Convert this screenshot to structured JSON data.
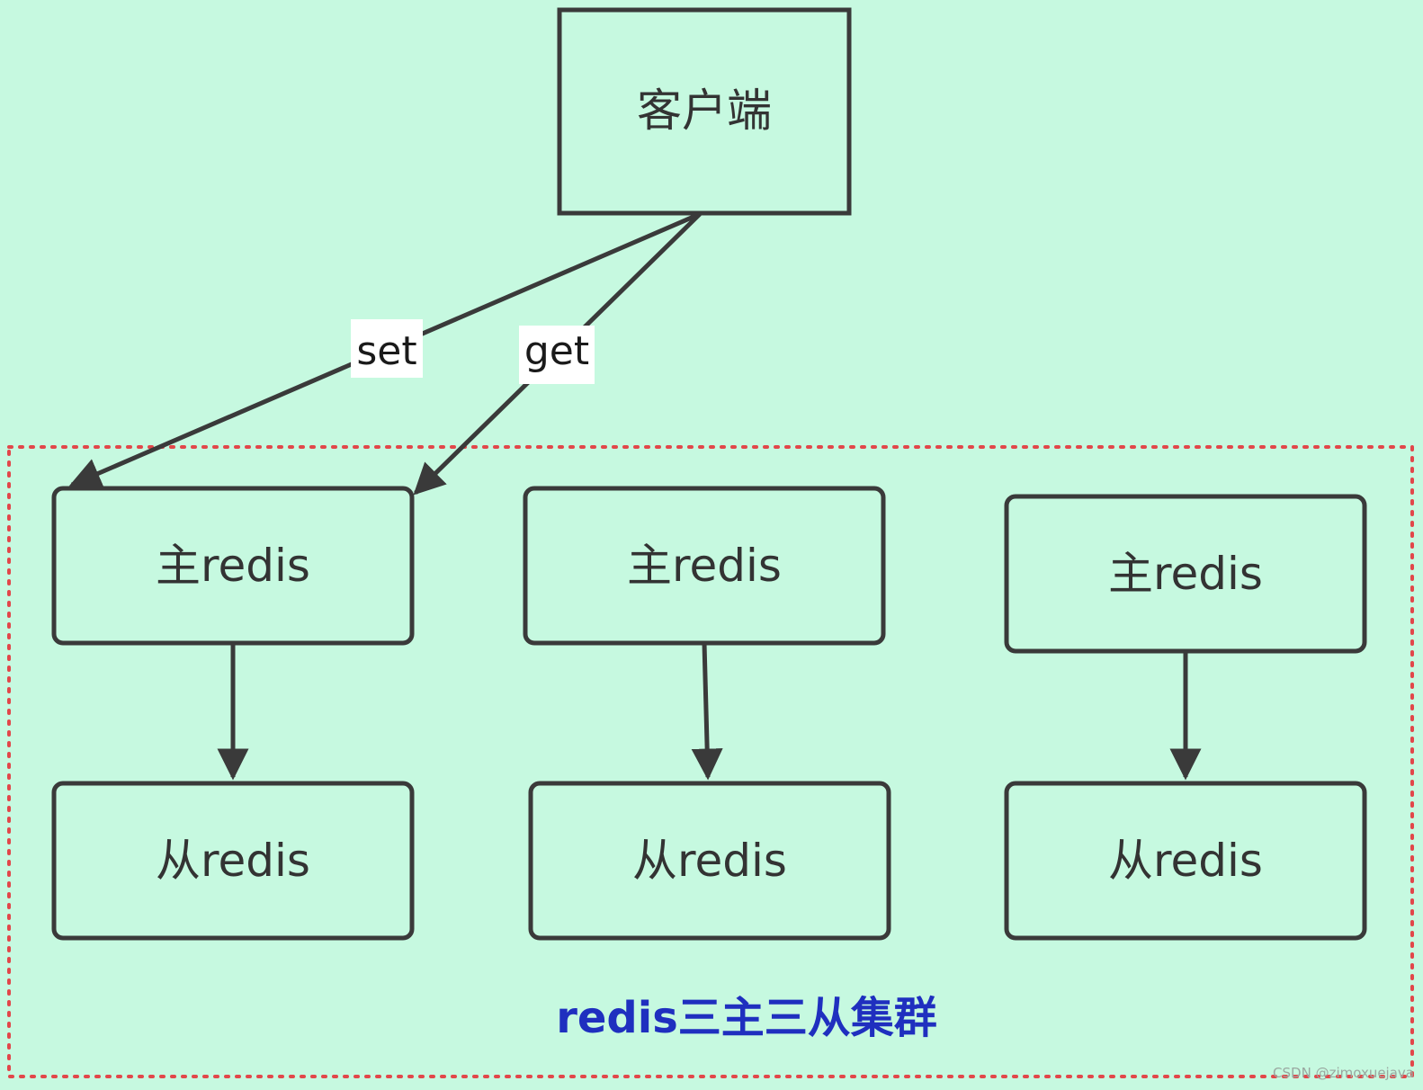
{
  "colors": {
    "background": "#c6f9e0",
    "node_border": "#3a3a3a",
    "edge": "#3a3a3a",
    "cluster_border": "#e2474a",
    "caption": "#1f2fbf",
    "label_bg": "#ffffff"
  },
  "nodes": {
    "client": "客户端",
    "master_1": "主redis",
    "master_2": "主redis",
    "master_3": "主redis",
    "slave_1": "从redis",
    "slave_2": "从redis",
    "slave_3": "从redis"
  },
  "edges": {
    "set_label": "set",
    "get_label": "get"
  },
  "cluster": {
    "caption": "redis三主三从集群"
  },
  "watermark": "CSDN @zimoxuejava"
}
